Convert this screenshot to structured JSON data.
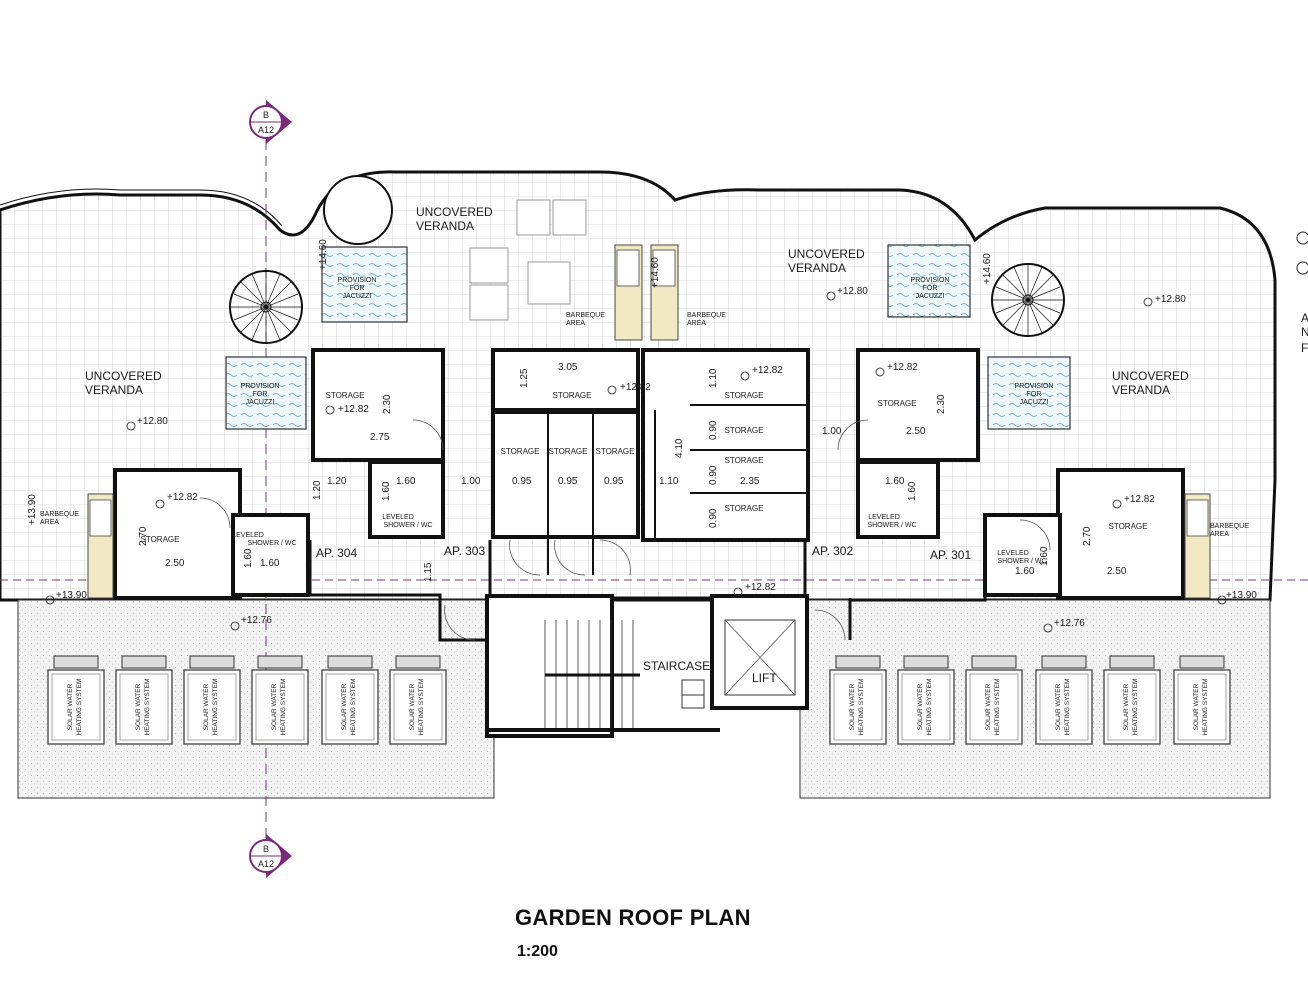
{
  "title": "GARDEN ROOF PLAN",
  "scale": "1:200",
  "section_marker": {
    "letter": "B",
    "sheet": "A12"
  },
  "verandas": [
    {
      "line1": "UNCOVERED",
      "line2": "VERANDA"
    },
    {
      "line1": "UNCOVERED",
      "line2": "VERANDA"
    },
    {
      "line1": "UNCOVERED",
      "line2": "VERANDA"
    },
    {
      "line1": "UNCOVERED",
      "line2": "VERANDA"
    }
  ],
  "jacuzzi": {
    "line1": "PROVISION",
    "line2": "FOR",
    "line3": "JACUZZI"
  },
  "barbeque": {
    "line1": "BARBEQUE",
    "line2": "AREA"
  },
  "storage_label": "STORAGE",
  "shower_label": {
    "line1": "LEVELED",
    "line2": "SHOWER / WC"
  },
  "apartments": [
    "AP. 304",
    "AP. 303",
    "AP. 302",
    "AP. 301"
  ],
  "core": {
    "staircase": "STAIRCASE",
    "lift": "LIFT"
  },
  "solar": {
    "line1": "SOLAR WATER",
    "line2": "HEATING SYSTEM"
  },
  "levels": [
    "+12.82",
    "+12.80",
    "+12.76",
    "+13.90",
    "+14.60"
  ],
  "dimensions": [
    "3.05",
    "1.25",
    "2.30",
    "2.75",
    "1.20",
    "1.60",
    "1.00",
    "0.95",
    "1.10",
    "0.90",
    "2.35",
    "4.10",
    "2.50",
    "2.70",
    "1.15"
  ],
  "edge_letters": [
    "A",
    "N",
    "F"
  ]
}
